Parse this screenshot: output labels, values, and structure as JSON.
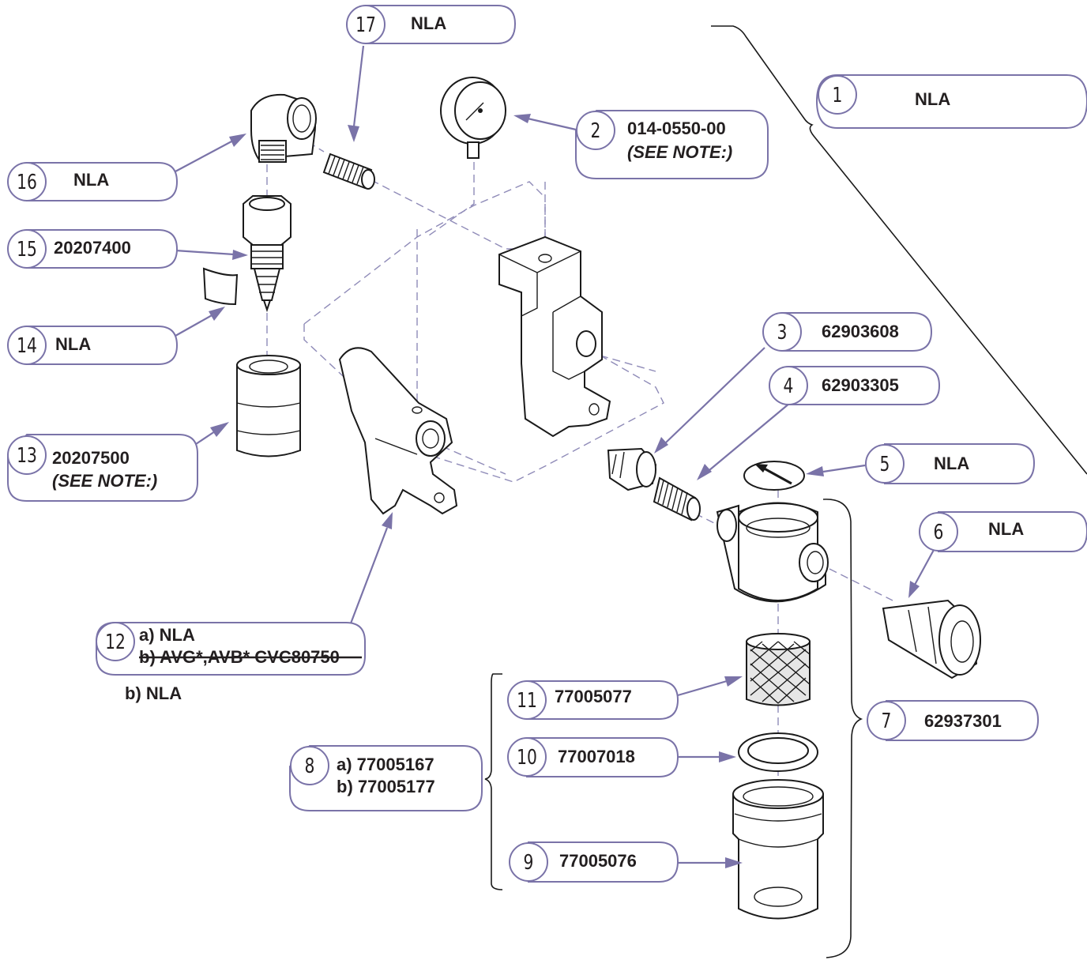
{
  "callouts": {
    "c1": {
      "num": "1",
      "label": "NLA"
    },
    "c2": {
      "num": "2",
      "label": "014-0550-00",
      "note": "(SEE NOTE:)"
    },
    "c3": {
      "num": "3",
      "label": "62903608"
    },
    "c4": {
      "num": "4",
      "label": "62903305"
    },
    "c5": {
      "num": "5",
      "label": "NLA"
    },
    "c6": {
      "num": "6",
      "label": "NLA"
    },
    "c7": {
      "num": "7",
      "label": "62937301"
    },
    "c8": {
      "num": "8",
      "label_a": "a) 77005167",
      "label_b": "b) 77005177"
    },
    "c9": {
      "num": "9",
      "label": "77005076"
    },
    "c10": {
      "num": "10",
      "label": "77007018"
    },
    "c11": {
      "num": "11",
      "label": "77005077"
    },
    "c12": {
      "num": "12",
      "label_a": "a) NLA",
      "label_b": "b) AVG*,AVB* CVC80750",
      "label_b_new": "b) NLA"
    },
    "c13": {
      "num": "13",
      "label": "20207500",
      "note": "(SEE NOTE:)"
    },
    "c14": {
      "num": "14",
      "label": "NLA"
    },
    "c15": {
      "num": "15",
      "label": "20207400"
    },
    "c16": {
      "num": "16",
      "label": "NLA"
    },
    "c17": {
      "num": "17",
      "label": "NLA"
    }
  },
  "colors": {
    "callout_stroke": "#7a73a8",
    "leader_line": "#7a73a8",
    "text": "#231f20",
    "part_outline": "#1a1a1a"
  }
}
